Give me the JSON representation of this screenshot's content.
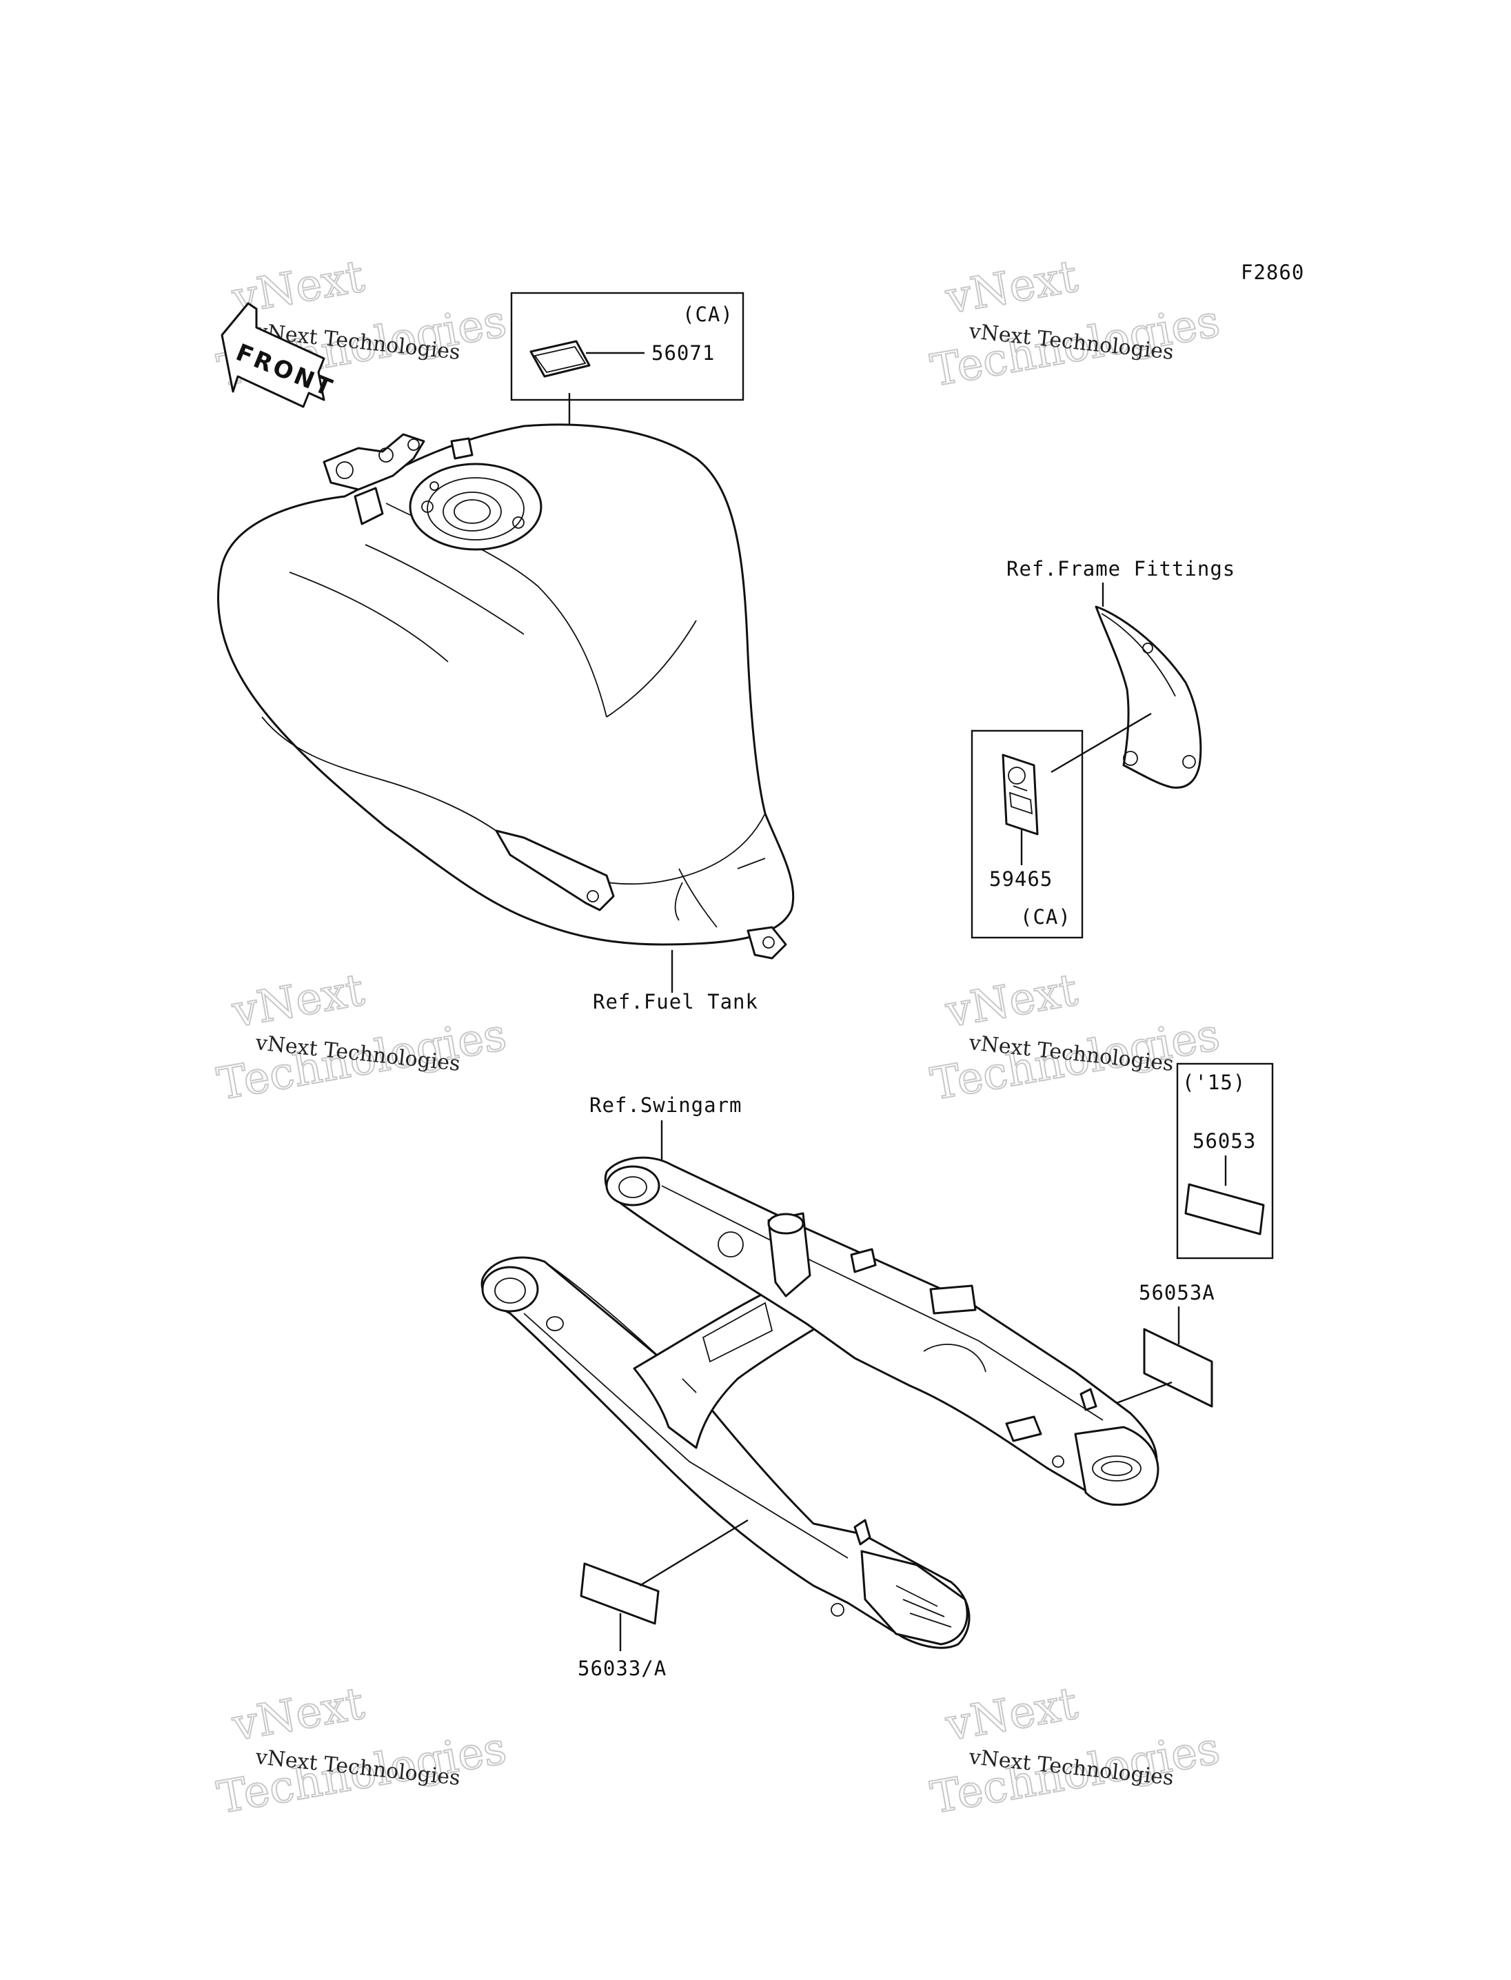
{
  "diagram": {
    "figure_code": "F2860",
    "front_arrow": "FRONT",
    "watermark": {
      "line1": "vNext Technologies",
      "line2_top": "vNext",
      "line2_bottom": "Technologies"
    },
    "labels": {
      "p56071": "56071",
      "ca_top": "(CA)",
      "ref_fuel_tank": "Ref.Fuel Tank",
      "ref_frame_fittings": "Ref.Frame Fittings",
      "p59465": "59465",
      "ca_mid": "(CA)",
      "y15": "('15)",
      "p56053": "56053",
      "p56053a": "56053A",
      "ref_swingarm": "Ref.Swingarm",
      "p56033a": "56033/A"
    }
  }
}
